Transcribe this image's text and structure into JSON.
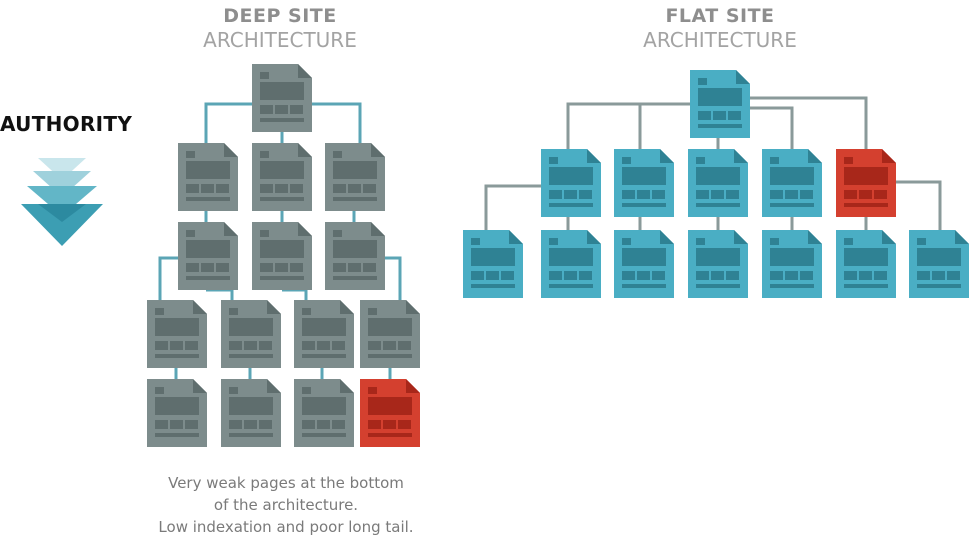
{
  "deep": {
    "title_bold": "DEEP SITE",
    "title_light": "ARCHITECTURE",
    "caption": [
      "Very weak pages at the bottom",
      "of the architecture.",
      "Low indexation and poor long tail."
    ]
  },
  "flat": {
    "title_bold": "FLAT SITE",
    "title_light": "ARCHITECTURE"
  },
  "authority_label": "AUTHORITY",
  "colors": {
    "deep_page": "#7d8c8c",
    "deep_page_dark": "#5f6e6e",
    "flat_page": "#4aaec4",
    "flat_page_dark": "#2f8294",
    "weak_page": "#d4402f",
    "weak_page_dark": "#a8271a",
    "deep_line": "#5ba5b5",
    "flat_line": "#8a9a9a"
  },
  "icons": {
    "page": "document-page-icon",
    "authority": "authority-chevrons-icon"
  }
}
